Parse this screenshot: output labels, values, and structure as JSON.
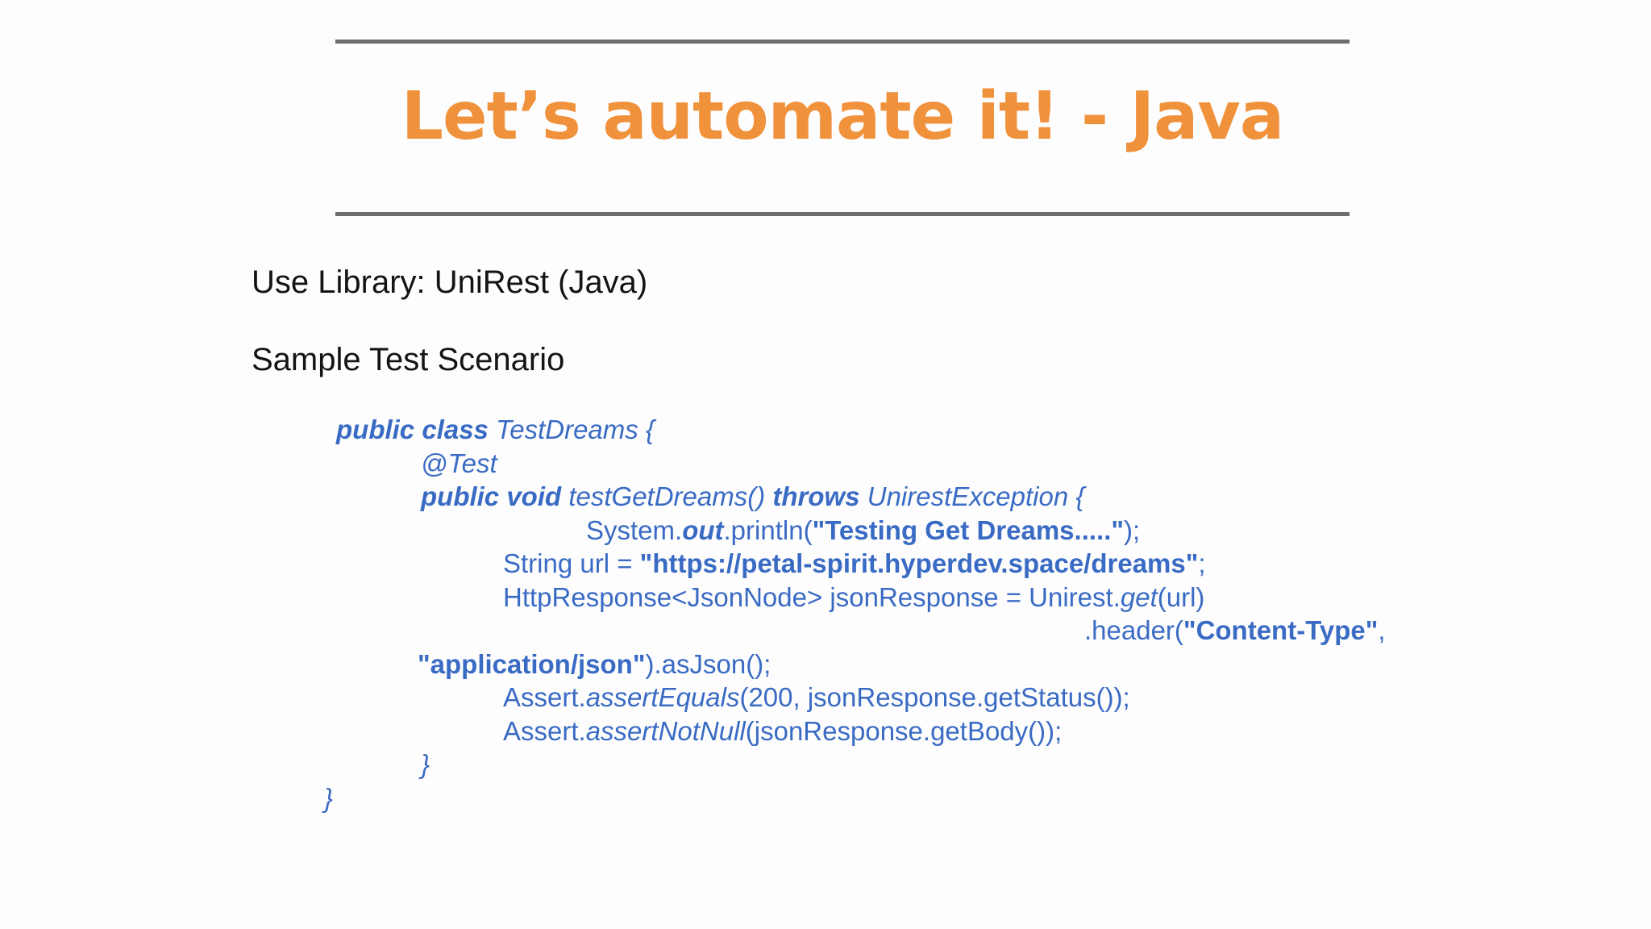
{
  "slide": {
    "title": "Let’s automate it! - Java",
    "use_library_line": "Use Library: UniRest (Java)",
    "sample_scenario_line": "Sample Test Scenario"
  },
  "colors": {
    "accent_orange": "#F0913C",
    "code_blue": "#3A6BC4",
    "rule_gray": "#6E6E6E",
    "text_black": "#141414",
    "bg": "#FDFDFD"
  },
  "code": {
    "language": "java",
    "lines": [
      {
        "indent": 15,
        "segments": [
          {
            "t": "public class ",
            "s": "b i"
          },
          {
            "t": "TestDreams {",
            "s": "i"
          }
        ]
      },
      {
        "indent": 120,
        "segments": [
          {
            "t": "@Test",
            "s": "i"
          }
        ]
      },
      {
        "indent": 120,
        "segments": [
          {
            "t": "public void ",
            "s": "b i"
          },
          {
            "t": "testGetDreams() ",
            "s": "i"
          },
          {
            "t": "throws",
            "s": "b i"
          },
          {
            "t": " UnirestException {",
            "s": "i"
          }
        ]
      },
      {
        "indent": 325,
        "segments": [
          {
            "t": "System.",
            "s": ""
          },
          {
            "t": "out",
            "s": "b i"
          },
          {
            "t": ".println(",
            "s": ""
          },
          {
            "t": "\"Testing Get Dreams.....\"",
            "s": "b"
          },
          {
            "t": ");",
            "s": ""
          }
        ]
      },
      {
        "indent": 222,
        "segments": [
          {
            "t": "String url = ",
            "s": ""
          },
          {
            "t": "\"https://petal-spirit.hyperdev.space/dreams\"",
            "s": "b"
          },
          {
            "t": ";",
            "s": ""
          }
        ]
      },
      {
        "indent": 222,
        "segments": [
          {
            "t": "HttpResponse<JsonNode> jsonResponse = Unirest.",
            "s": ""
          },
          {
            "t": "get",
            "s": "i"
          },
          {
            "t": "(url)",
            "s": ""
          }
        ]
      },
      {
        "indent": 943,
        "segments": [
          {
            "t": ".header(",
            "s": ""
          },
          {
            "t": "\"Content-Type\"",
            "s": "b"
          },
          {
            "t": ",",
            "s": ""
          }
        ]
      },
      {
        "indent": 116,
        "segments": [
          {
            "t": "\"application/json\"",
            "s": "b"
          },
          {
            "t": ").asJson();",
            "s": ""
          }
        ]
      },
      {
        "indent": 222,
        "segments": [
          {
            "t": "Assert.",
            "s": ""
          },
          {
            "t": "assertEquals",
            "s": "i"
          },
          {
            "t": "(200, jsonResponse.getStatus());",
            "s": ""
          }
        ]
      },
      {
        "indent": 222,
        "segments": [
          {
            "t": "Assert.",
            "s": ""
          },
          {
            "t": "assertNotNull",
            "s": "i"
          },
          {
            "t": "(jsonResponse.getBody());",
            "s": ""
          }
        ]
      },
      {
        "indent": 120,
        "segments": [
          {
            "t": "}",
            "s": "i"
          }
        ]
      },
      {
        "indent": 0,
        "segments": [
          {
            "t": "}",
            "s": "i"
          }
        ]
      }
    ]
  }
}
